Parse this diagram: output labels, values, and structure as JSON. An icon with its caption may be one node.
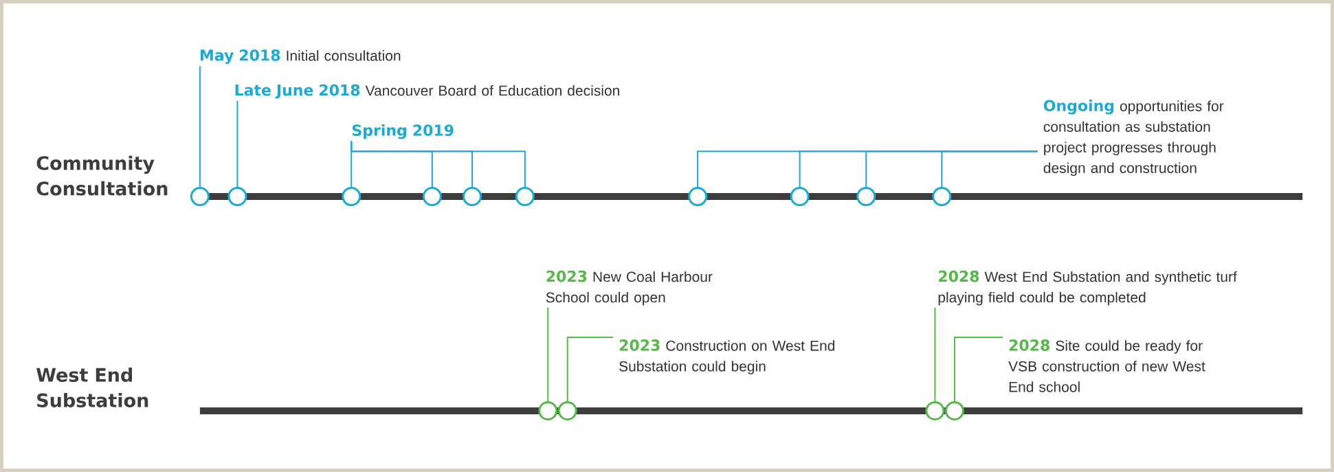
{
  "diagram": {
    "nodes": [
      {
        "text": [
          "May 2018",
          "Initial consultation"
        ]
      },
      {
        "text": [
          "Late June 2018",
          "Vancouver Board of Education decision"
        ]
      },
      {
        "text": [
          "Spring 2019"
        ]
      },
      {
        "text": [
          "Ongoing",
          "opportunities for consultation as substation project progresses through design and construction"
        ]
      },
      {
        "text": [],
        "shape": "circle"
      },
      {
        "text": [],
        "shape": "circle"
      },
      {
        "text": [],
        "shape": "circle"
      },
      {
        "text": [],
        "shape": "circle"
      },
      {
        "text": [],
        "shape": "circle"
      },
      {
        "text": [],
        "shape": "circle"
      },
      {
        "text": [],
        "shape": "circle"
      },
      {
        "text": [],
        "shape": "circle"
      },
      {
        "text": [],
        "shape": "circle"
      },
      {
        "text": [],
        "shape": "circle"
      },
      {
        "text": [
          "2023",
          "New Coal Harbour School could open"
        ]
      },
      {
        "text": [
          "2023",
          "Construction on West End Substation could begin"
        ]
      },
      {
        "text": [
          "2028",
          "West End Substation and synthetic turf playing field could be completed"
        ]
      },
      {
        "text": [
          "2028",
          "Site could be ready for VSB construction of new West End school"
        ]
      },
      {
        "text": [],
        "shape": "circle"
      },
      {
        "text": [],
        "shape": "circle"
      },
      {
        "text": [],
        "shape": "circle"
      },
      {
        "text": [],
        "shape": "circle"
      }
    ],
    "edges": [
      {
        "from": 0,
        "to": 4,
        "arrow": "none"
      },
      {
        "from": 1,
        "to": 5,
        "arrow": "none"
      },
      {
        "from": 2,
        "to": 6,
        "arrow": "none"
      },
      {
        "from": 2,
        "to": 7,
        "arrow": "none"
      },
      {
        "from": 2,
        "to": 8,
        "arrow": "none"
      },
      {
        "from": 2,
        "to": 9,
        "arrow": "none"
      },
      {
        "from": 3,
        "to": 10,
        "arrow": "none"
      },
      {
        "from": 3,
        "to": 11,
        "arrow": "none"
      },
      {
        "from": 3,
        "to": 12,
        "arrow": "none"
      },
      {
        "from": 3,
        "to": 13,
        "arrow": "none"
      },
      {
        "from": 14,
        "to": 18,
        "arrow": "none",
        "color": "#55b947"
      },
      {
        "from": 15,
        "to": 19,
        "arrow": "none",
        "color": "#55b947"
      },
      {
        "from": 16,
        "to": 20,
        "arrow": "none",
        "color": "#55b947"
      },
      {
        "from": 17,
        "to": 21,
        "arrow": "none",
        "color": "#55b947"
      }
    ],
    "labels": [
      "Community Consultation",
      "West End Substation"
    ]
  }
}
